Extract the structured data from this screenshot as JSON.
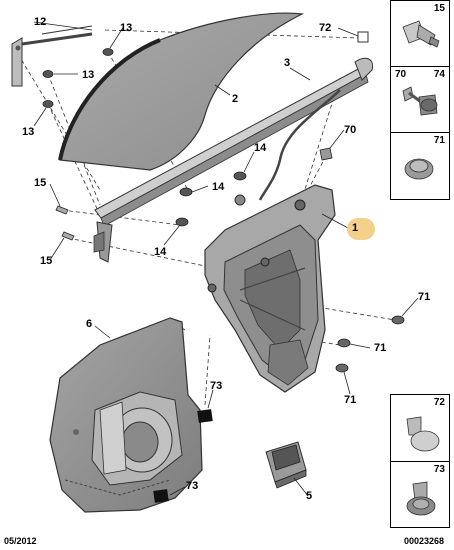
{
  "callouts": {
    "c1": "1",
    "c2": "2",
    "c3": "3",
    "c5": "5",
    "c6": "6",
    "c12": "12",
    "c13a": "13",
    "c13b": "13",
    "c13c": "13",
    "c14a": "14",
    "c14b": "14",
    "c14c": "14",
    "c15a": "15",
    "c15b": "15",
    "c70": "70",
    "c71a": "71",
    "c71b": "71",
    "c71c": "71",
    "c72": "72",
    "c73a": "73",
    "c73b": "73"
  },
  "legend_top": {
    "box1": "15",
    "box2_left": "70",
    "box2_right": "74",
    "box3": "71"
  },
  "legend_bottom": {
    "box1": "72",
    "box2": "73"
  },
  "footer": {
    "date": "05/2012",
    "reference": "00023268"
  },
  "colors": {
    "badge": "#f3d18a",
    "part_dark": "#777777",
    "part_mid": "#a0a0a0",
    "part_light": "#cfcfcf"
  }
}
